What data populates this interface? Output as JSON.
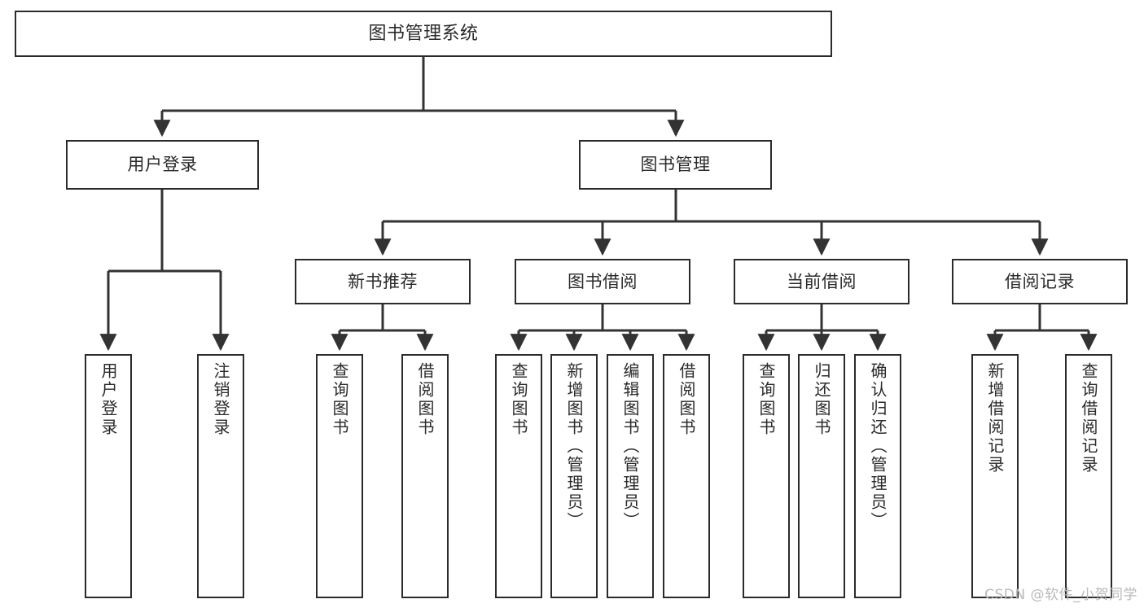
{
  "diagram": {
    "title": "图书管理系统",
    "type": "hierarchy-tree",
    "colors": {
      "box_border": "#2b2b2b",
      "box_fill": "#ffffff",
      "edge": "#333333",
      "text": "#2a2a2a",
      "background": "#ffffff",
      "watermark": "#b9b9b9"
    },
    "levels": 4
  },
  "nodes": {
    "root": {
      "label": "图书管理系统",
      "orientation": "horizontal",
      "level": 1
    },
    "level2": [
      {
        "id": "user-login",
        "label": "用户登录",
        "orientation": "horizontal",
        "level": 2
      },
      {
        "id": "book-manage",
        "label": "图书管理",
        "orientation": "horizontal",
        "level": 2
      }
    ],
    "level3": [
      {
        "id": "new-book-recommend",
        "label": "新书推荐",
        "orientation": "horizontal",
        "level": 3,
        "parent": "book-manage"
      },
      {
        "id": "book-borrow",
        "label": "图书借阅",
        "orientation": "horizontal",
        "level": 3,
        "parent": "book-manage"
      },
      {
        "id": "current-borrow",
        "label": "当前借阅",
        "orientation": "horizontal",
        "level": 3,
        "parent": "book-manage"
      },
      {
        "id": "borrow-record",
        "label": "借阅记录",
        "orientation": "horizontal",
        "level": 3,
        "parent": "book-manage"
      }
    ],
    "leaves": [
      {
        "id": "leaf-user-login",
        "label": "用户登录",
        "orientation": "vertical",
        "parent": "user-login"
      },
      {
        "id": "leaf-user-logout",
        "label": "注销登录",
        "orientation": "vertical",
        "parent": "user-login"
      },
      {
        "id": "leaf-query-book-1",
        "label": "查询图书",
        "orientation": "vertical",
        "parent": "new-book-recommend"
      },
      {
        "id": "leaf-borrow-book-1",
        "label": "借阅图书",
        "orientation": "vertical",
        "parent": "new-book-recommend"
      },
      {
        "id": "leaf-query-book-2",
        "label": "查询图书",
        "orientation": "vertical",
        "parent": "book-borrow"
      },
      {
        "id": "leaf-add-book",
        "label": "新增图书（管理员）",
        "orientation": "vertical",
        "parent": "book-borrow"
      },
      {
        "id": "leaf-edit-book",
        "label": "编辑图书（管理员）",
        "orientation": "vertical",
        "parent": "book-borrow"
      },
      {
        "id": "leaf-borrow-book-2",
        "label": "借阅图书",
        "orientation": "vertical",
        "parent": "book-borrow"
      },
      {
        "id": "leaf-query-book-3",
        "label": "查询图书",
        "orientation": "vertical",
        "parent": "current-borrow"
      },
      {
        "id": "leaf-return-book",
        "label": "归还图书",
        "orientation": "vertical",
        "parent": "current-borrow"
      },
      {
        "id": "leaf-confirm-return",
        "label": "确认归还（管理员）",
        "orientation": "vertical",
        "parent": "current-borrow"
      },
      {
        "id": "leaf-add-record",
        "label": "新增借阅记录",
        "orientation": "vertical",
        "parent": "borrow-record"
      },
      {
        "id": "leaf-query-record",
        "label": "查询借阅记录",
        "orientation": "vertical",
        "parent": "borrow-record"
      }
    ]
  },
  "watermark": {
    "text": "CSDN @软件_小贺同学"
  }
}
